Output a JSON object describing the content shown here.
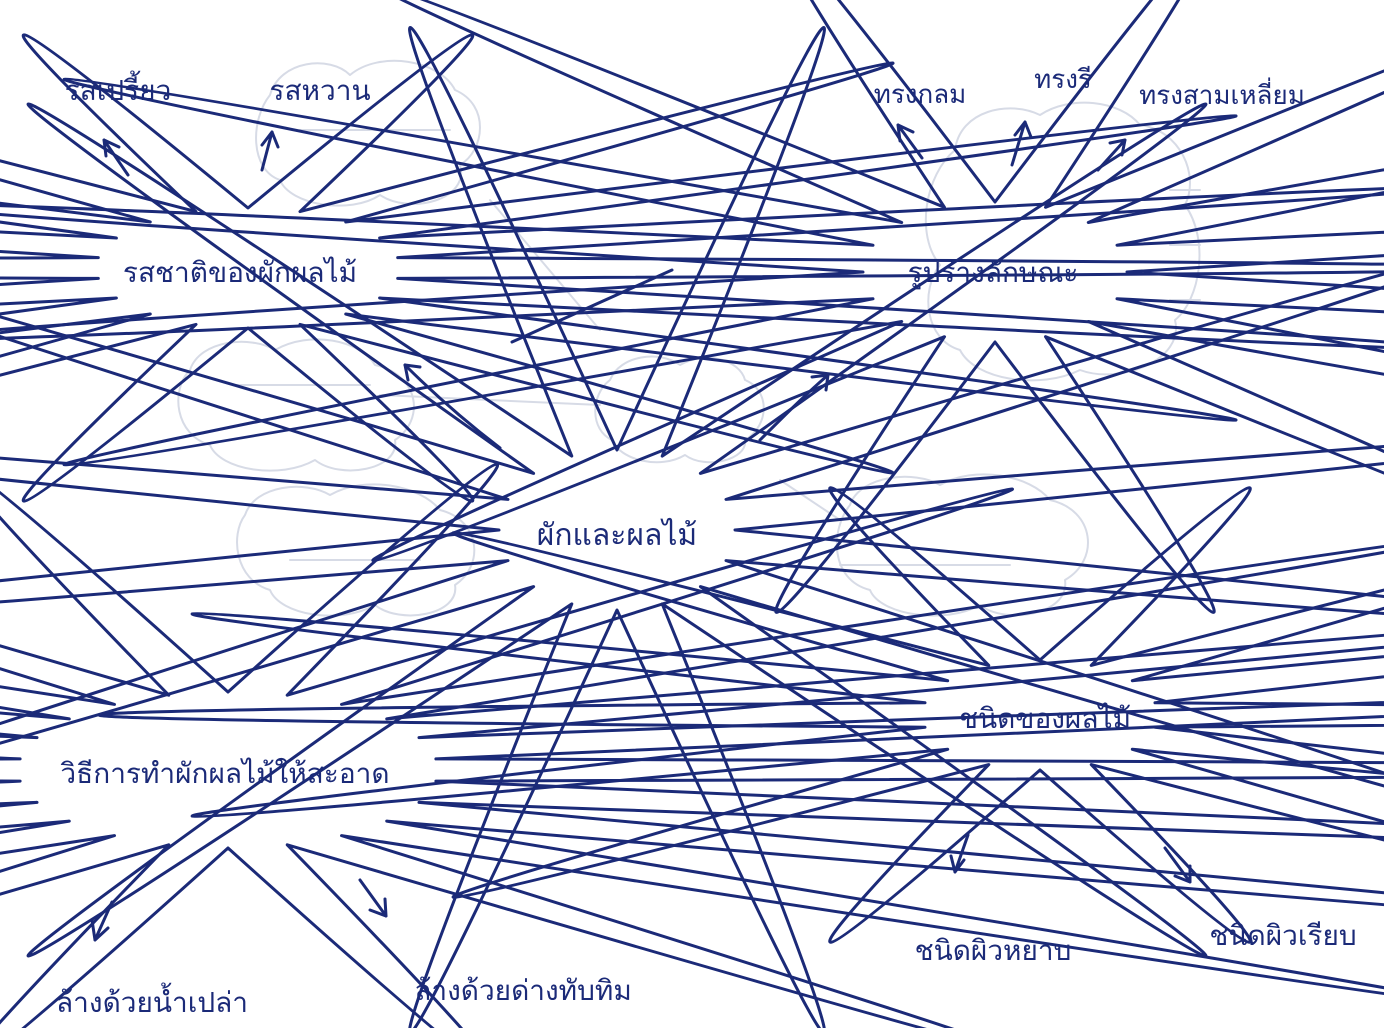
{
  "center": {
    "label": "ผักและผลไม้"
  },
  "branches": {
    "taste": {
      "label": "รสชาติของผักผลไม้",
      "children": [
        "รสเปรี้ยว",
        "รสหวาน"
      ]
    },
    "shape": {
      "label": "รูปร่างลักษณะ",
      "children": [
        "ทรงกลม",
        "ทรงรี",
        "ทรงสามเหลี่ยม"
      ]
    },
    "cleaning": {
      "label": "วิธีการทำผักผลไม้ให้สะอาด",
      "children": [
        "ล้างด้วยน้ำเปล่า",
        "ล้างด้วยด่างทับทิม"
      ]
    },
    "types": {
      "label": "ชนิดของผลไม้",
      "children": [
        "ชนิดผิวหยาบ",
        "ชนิดผิวเรียบ"
      ]
    }
  },
  "colors": {
    "ink": "#1b2a78",
    "bleed_through": "#d7dbe6",
    "paper": "#ffffff"
  }
}
